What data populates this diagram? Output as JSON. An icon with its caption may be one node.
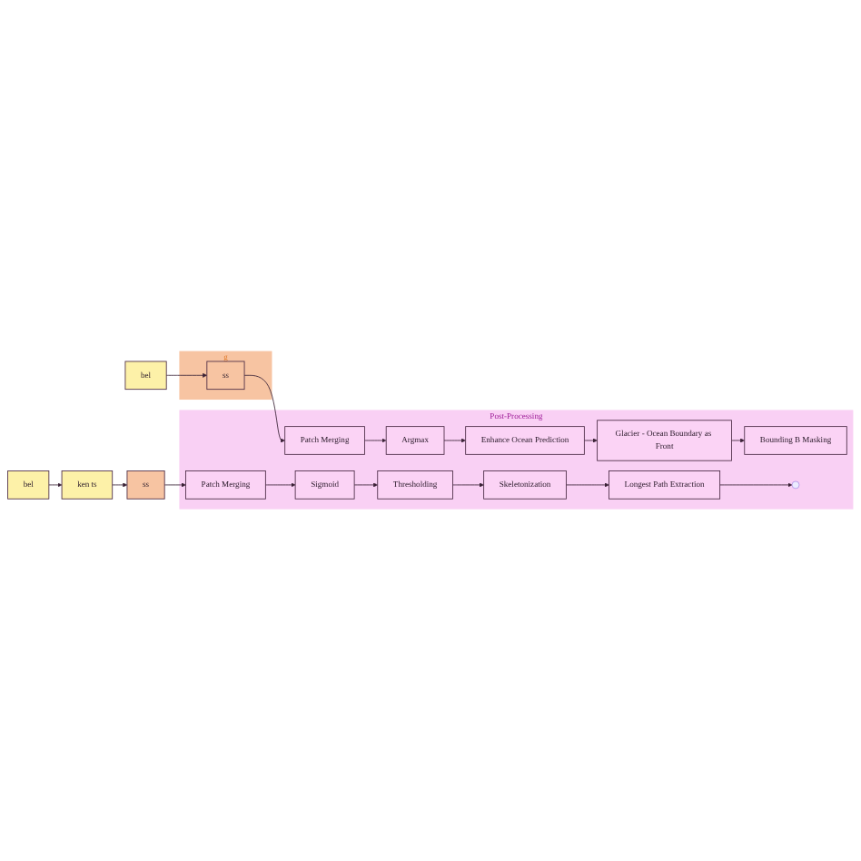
{
  "diagram": {
    "nodes": [
      {
        "text": [
          "bel"
        ]
      },
      {
        "text": [
          "ken ts"
        ]
      },
      {
        "text": [
          "ss"
        ]
      },
      {
        "text": [
          "Post-Processing"
        ]
      },
      {
        "text": [
          "Patch Merging"
        ],
        "in": 3
      },
      {
        "text": [
          "Sigmoid"
        ],
        "in": 3
      },
      {
        "text": [
          "Thresholding"
        ],
        "in": 3
      },
      {
        "text": [
          "Skeletonization"
        ],
        "in": 3
      },
      {
        "text": [
          "Longest Path Extraction"
        ],
        "in": 3
      },
      {
        "text": [
          "bel"
        ]
      },
      {
        "text": [
          "g"
        ]
      },
      {
        "text": [
          "ss"
        ],
        "in": 10
      },
      {
        "text": [
          "Patch Merging"
        ],
        "in": 3
      },
      {
        "text": [
          "Argmax"
        ],
        "in": 3
      },
      {
        "text": [
          "Enhance Ocean Prediction"
        ],
        "in": 3
      },
      {
        "text": [
          "Glacier - Ocean Boundary as Front"
        ],
        "in": 3
      },
      {
        "text": [
          "Bounding B Masking"
        ],
        "in": 3
      }
    ],
    "edges": [
      {
        "from": 0,
        "to": 1,
        "arrow": "to"
      },
      {
        "from": 1,
        "to": 2,
        "arrow": "to"
      },
      {
        "from": 2,
        "to": 4,
        "arrow": "to"
      },
      {
        "from": 4,
        "to": 5,
        "arrow": "to"
      },
      {
        "from": 5,
        "to": 6,
        "arrow": "to"
      },
      {
        "from": 6,
        "to": 7,
        "arrow": "to"
      },
      {
        "from": 7,
        "to": 8,
        "arrow": "to"
      },
      {
        "from": 8,
        "to": null,
        "arrow": "to"
      },
      {
        "from": 9,
        "to": 11,
        "arrow": "to"
      },
      {
        "from": 11,
        "to": 12,
        "arrow": "to"
      },
      {
        "from": 12,
        "to": 13,
        "arrow": "to"
      },
      {
        "from": 13,
        "to": 14,
        "arrow": "to"
      },
      {
        "from": 14,
        "to": 15,
        "arrow": "to"
      },
      {
        "from": 15,
        "to": 16,
        "arrow": "to"
      }
    ]
  }
}
